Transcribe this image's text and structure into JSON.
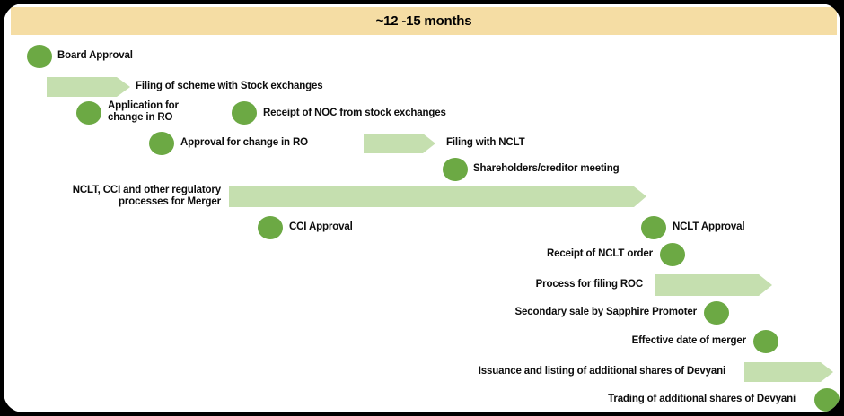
{
  "header": {
    "title": "~12 -15 months",
    "background_color": "#F5DDA4"
  },
  "colors": {
    "circle_green": "#6CA944",
    "arrow_light_green": "#C5DFAF",
    "header_tan": "#F5DDA4",
    "frame_black": "#000000",
    "card_white": "#FFFFFF",
    "text_black": "#0D0D0D"
  },
  "chart_data": {
    "type": "bar",
    "title": "~12 -15 months",
    "xlabel": "",
    "ylabel": "",
    "categories": [
      "Board Approval",
      "Filing of scheme with Stock exchanges",
      "Application for change in RO",
      "Receipt of NOC from stock exchanges",
      "Approval for change in RO",
      "Filing with NCLT",
      "Shareholders/creditor meeting",
      "NCLT, CCI and other regulatory processes for Merger",
      "CCI Approval",
      "NCLT Approval",
      "Receipt of NCLT order",
      "Process for filing ROC",
      "Secondary sale by Sapphire Promoter",
      "Effective date of merger",
      "Issuance and listing of additional shares of Devyani",
      "Trading of additional shares of Devyani"
    ],
    "values": [
      2,
      10,
      2,
      2,
      2,
      9,
      2,
      50,
      2,
      2,
      2,
      14,
      2,
      2,
      11,
      2
    ]
  },
  "timeline": {
    "rows": [
      {
        "id": "board-approval",
        "label": "Board Approval",
        "marker": "circle",
        "label_side": "right"
      },
      {
        "id": "filing-scheme-stock-exchanges",
        "label": "Filing of scheme with Stock exchanges",
        "marker": "arrow",
        "label_side": "right"
      },
      {
        "id": "application-change-ro",
        "label": "Application for\nchange in RO",
        "marker": "circle",
        "label_side": "right"
      },
      {
        "id": "receipt-noc-stock-exchanges",
        "label": "Receipt of NOC from stock exchanges",
        "marker": "circle",
        "label_side": "right"
      },
      {
        "id": "approval-change-ro",
        "label": "Approval for change in RO",
        "marker": "circle",
        "label_side": "right"
      },
      {
        "id": "filing-with-nclt",
        "label": "Filing with NCLT",
        "marker": "arrow",
        "label_side": "right"
      },
      {
        "id": "shareholders-creditor-meeting",
        "label": "Shareholders/creditor meeting",
        "marker": "circle",
        "label_side": "right"
      },
      {
        "id": "nclt-cci-regulatory-processes",
        "label": "NCLT, CCI and other regulatory\nprocesses for Merger",
        "marker": "arrow",
        "label_side": "left"
      },
      {
        "id": "cci-approval",
        "label": "CCI Approval",
        "marker": "circle",
        "label_side": "right"
      },
      {
        "id": "nclt-approval",
        "label": "NCLT Approval",
        "marker": "circle",
        "label_side": "right"
      },
      {
        "id": "receipt-nclt-order",
        "label": "Receipt of NCLT order",
        "marker": "circle",
        "label_side": "left"
      },
      {
        "id": "process-filing-roc",
        "label": "Process for filing ROC",
        "marker": "arrow",
        "label_side": "left"
      },
      {
        "id": "secondary-sale-sapphire-promoter",
        "label": "Secondary sale by Sapphire Promoter",
        "marker": "circle",
        "label_side": "left"
      },
      {
        "id": "effective-date-merger",
        "label": "Effective date of merger",
        "marker": "circle",
        "label_side": "left"
      },
      {
        "id": "issuance-listing-additional-shares-devyani",
        "label": "Issuance and listing of additional shares of Devyani",
        "marker": "arrow",
        "label_side": "left"
      },
      {
        "id": "trading-additional-shares-devyani",
        "label": "Trading of additional shares of Devyani",
        "marker": "circle",
        "label_side": "left"
      }
    ]
  }
}
